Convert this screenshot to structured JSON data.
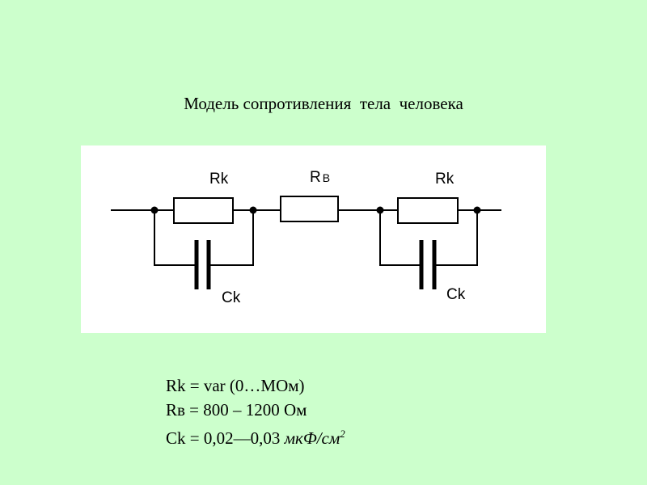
{
  "title": "Модель сопротивления  тела  человека",
  "diagram": {
    "labels": {
      "rk_left": "Rk",
      "rb": "R",
      "rb_sub": "B",
      "rk_right": "Rk",
      "ck_left": "Ck",
      "ck_right": "Ck"
    }
  },
  "formulas": {
    "line1": "Rk = var (0…MOм)",
    "line2": "Rв = 800 – 1200 Ом",
    "line3_prefix": "Ck = 0,02—0,03 ",
    "line3_unit": "мкФ/см",
    "line3_sup": "2"
  }
}
